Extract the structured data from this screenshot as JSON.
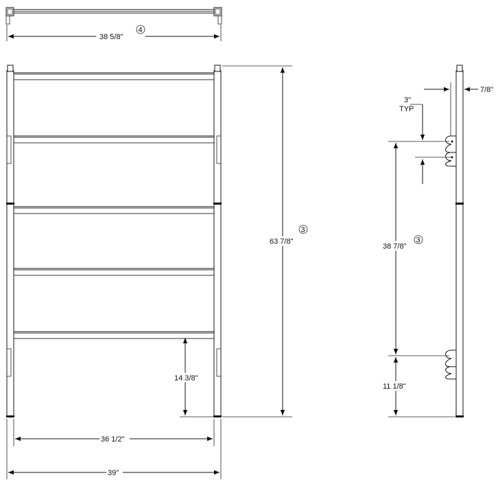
{
  "drawing": {
    "top_view": {
      "width_label": "38 5/8\"",
      "width_callout": "4"
    },
    "front_view": {
      "height_label": "63 7/8\"",
      "height_callout": "3",
      "bottom_shelf_label": "14 3/8\"",
      "inner_width_label": "36 1/2\"",
      "outer_width_label": "39\""
    },
    "side_view": {
      "depth_label": "7/8\"",
      "slot_spacing_label": "3\"",
      "slot_spacing_note": "TYP",
      "slot_span_label": "38 7/8\"",
      "slot_span_callout": "3",
      "base_to_slot_label": "11 1/8\""
    }
  }
}
